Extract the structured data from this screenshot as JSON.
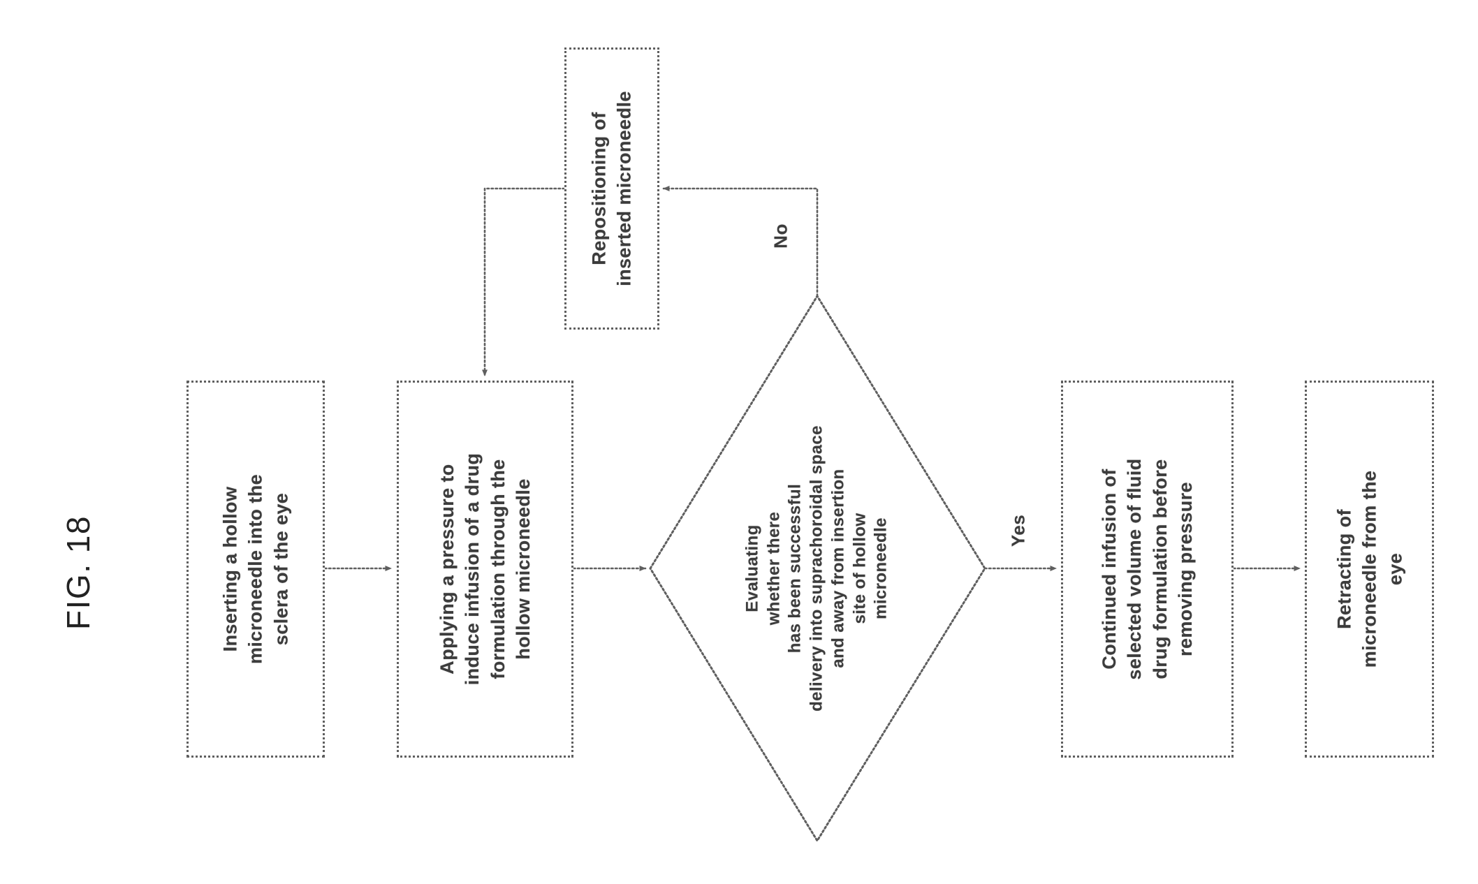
{
  "figure": {
    "label": "FIG. 18"
  },
  "flowchart": {
    "boxes": {
      "insert": {
        "text": "Inserting a hollow\nmicroneedle into the\nsclera of the eye"
      },
      "apply": {
        "text": "Applying a pressure to\ninduce infusion of a drug\nformulation through the\nhollow microneedle"
      },
      "reposition": {
        "text": "Repositioning of\ninserted microneedle"
      },
      "decision": {
        "text": "Evaluating\nwhether there\nhas been successful\ndelivery into suprachoroidal space\nand away from insertion\nsite of hollow\nmicroneedle"
      },
      "continue": {
        "text": "Continued infusion of\nselected volume of fluid\ndrug formulation before\nremoving pressure"
      },
      "retract": {
        "text": "Retracting of\nmicroneedle from the\neye"
      }
    },
    "labels": {
      "yes": "Yes",
      "no": "No"
    },
    "colors": {
      "line": "#5f5f5f",
      "text": "#3c3c3c"
    }
  }
}
